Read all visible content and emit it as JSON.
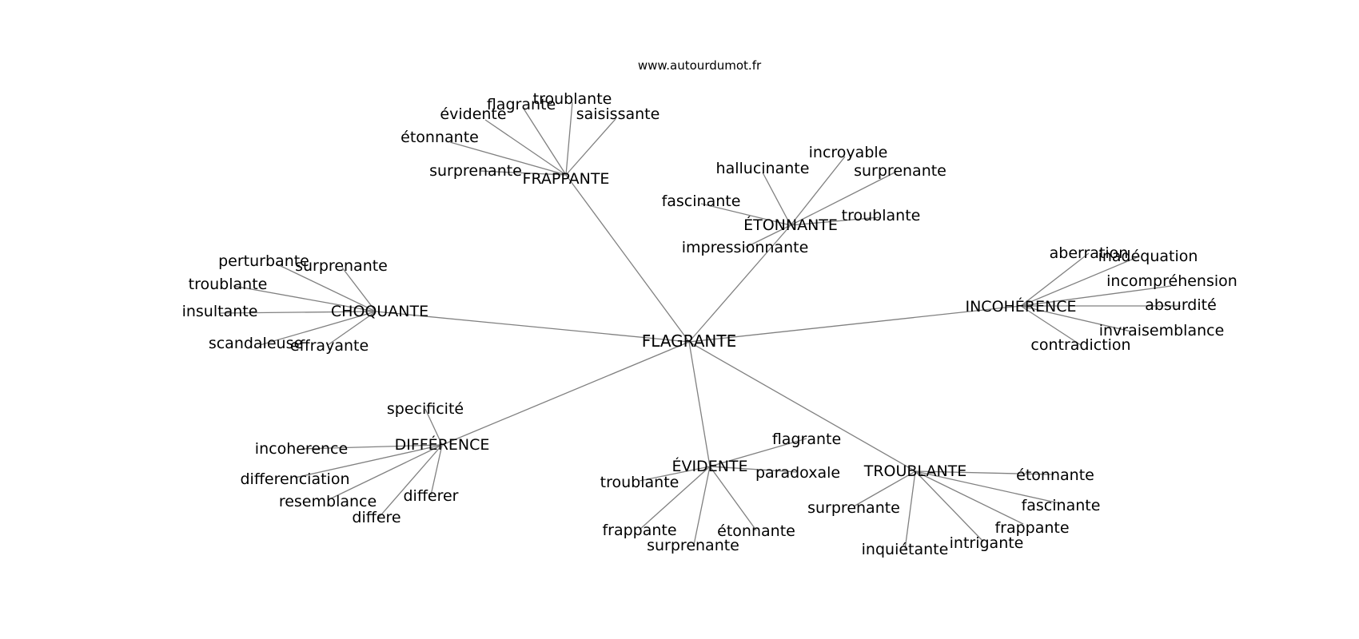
{
  "source": "www.autourdumot.fr",
  "center": "FLAGRANTE",
  "hubs": [
    {
      "label": "FRAPPANTE",
      "leaves": [
        "étonnante",
        "évidente",
        "flagrante",
        "troublante",
        "saisissante",
        "surprenante"
      ]
    },
    {
      "label": "ÉTONNANTE",
      "leaves": [
        "fascinante",
        "hallucinante",
        "incroyable",
        "surprenante",
        "troublante",
        "impressionnante"
      ]
    },
    {
      "label": "CHOQUANTE",
      "leaves": [
        "perturbante",
        "surprenante",
        "troublante",
        "insultante",
        "scandaleuse",
        "effrayante"
      ]
    },
    {
      "label": "INCOHÉRENCE",
      "leaves": [
        "aberration",
        "inadéquation",
        "incompréhension",
        "absurdité",
        "invraisemblance",
        "contradiction"
      ]
    },
    {
      "label": "DIFFÉRENCE",
      "leaves": [
        "specificité",
        "incoherence",
        "differenciation",
        "resemblance",
        "differe",
        "differer"
      ]
    },
    {
      "label": "ÉVIDENTE",
      "leaves": [
        "flagrante",
        "paradoxale",
        "troublante",
        "frappante",
        "surprenante",
        "étonnante"
      ]
    },
    {
      "label": "TROUBLANTE",
      "leaves": [
        "étonnante",
        "fascinante",
        "frappante",
        "intrigante",
        "inquiétante",
        "surprenante"
      ]
    }
  ]
}
